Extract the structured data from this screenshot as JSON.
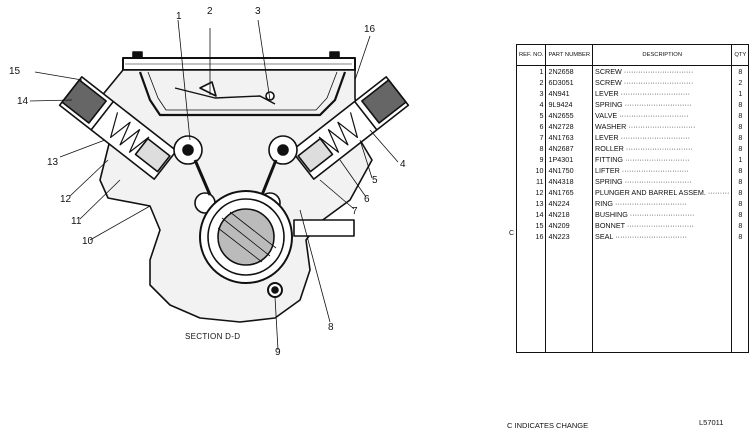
{
  "drawing": {
    "callouts": [
      "1",
      "2",
      "3",
      "16",
      "15",
      "14",
      "13",
      "12",
      "11",
      "10",
      "4",
      "5",
      "6",
      "7",
      "8",
      "9"
    ],
    "section_label": "SECTION D-D"
  },
  "table": {
    "headers": {
      "ref": "REF. NO.",
      "part": "PART NUMBER",
      "desc": "DESCRIPTION",
      "qty": "QTY"
    },
    "rows": [
      {
        "ref": "1",
        "part": "2N2658",
        "desc": "SCREW",
        "qty": "8"
      },
      {
        "ref": "2",
        "part": "6D3051",
        "desc": "SCREW",
        "qty": "2"
      },
      {
        "ref": "3",
        "part": "4N941",
        "desc": "LEVER",
        "qty": "1"
      },
      {
        "ref": "4",
        "part": "9L9424",
        "desc": "SPRING",
        "qty": "8"
      },
      {
        "ref": "5",
        "part": "4N2655",
        "desc": "VALVE",
        "qty": "8"
      },
      {
        "ref": "6",
        "part": "4N2728",
        "desc": "WASHER",
        "qty": "8"
      },
      {
        "ref": "7",
        "part": "4N1763",
        "desc": "LEVER",
        "qty": "8"
      },
      {
        "ref": "8",
        "part": "4N2687",
        "desc": "ROLLER",
        "qty": "8"
      },
      {
        "ref": "9",
        "part": "1P4301",
        "desc": "FITTING",
        "qty": "1"
      },
      {
        "ref": "10",
        "part": "4N1750",
        "desc": "LIFTER",
        "qty": "8"
      },
      {
        "ref": "11",
        "part": "4N4318",
        "desc": "SPRING",
        "qty": "8"
      },
      {
        "ref": "12",
        "part": "4N1765",
        "desc": "PLUNGER AND BARREL ASSEM.",
        "qty": "8"
      },
      {
        "ref": "13",
        "part": "4N224",
        "desc": "RING",
        "qty": "8"
      },
      {
        "ref": "14",
        "part": "4N218",
        "desc": "BUSHING",
        "qty": "8"
      },
      {
        "ref": "15",
        "part": "4N209",
        "desc": "BONNET",
        "qty": "8"
      },
      {
        "ref": "16",
        "part": "4N223",
        "desc": "SEAL",
        "qty": "8"
      }
    ],
    "change_mark": "C"
  },
  "footer": {
    "change_note": "C INDICATES CHANGE",
    "code": "L57011"
  }
}
